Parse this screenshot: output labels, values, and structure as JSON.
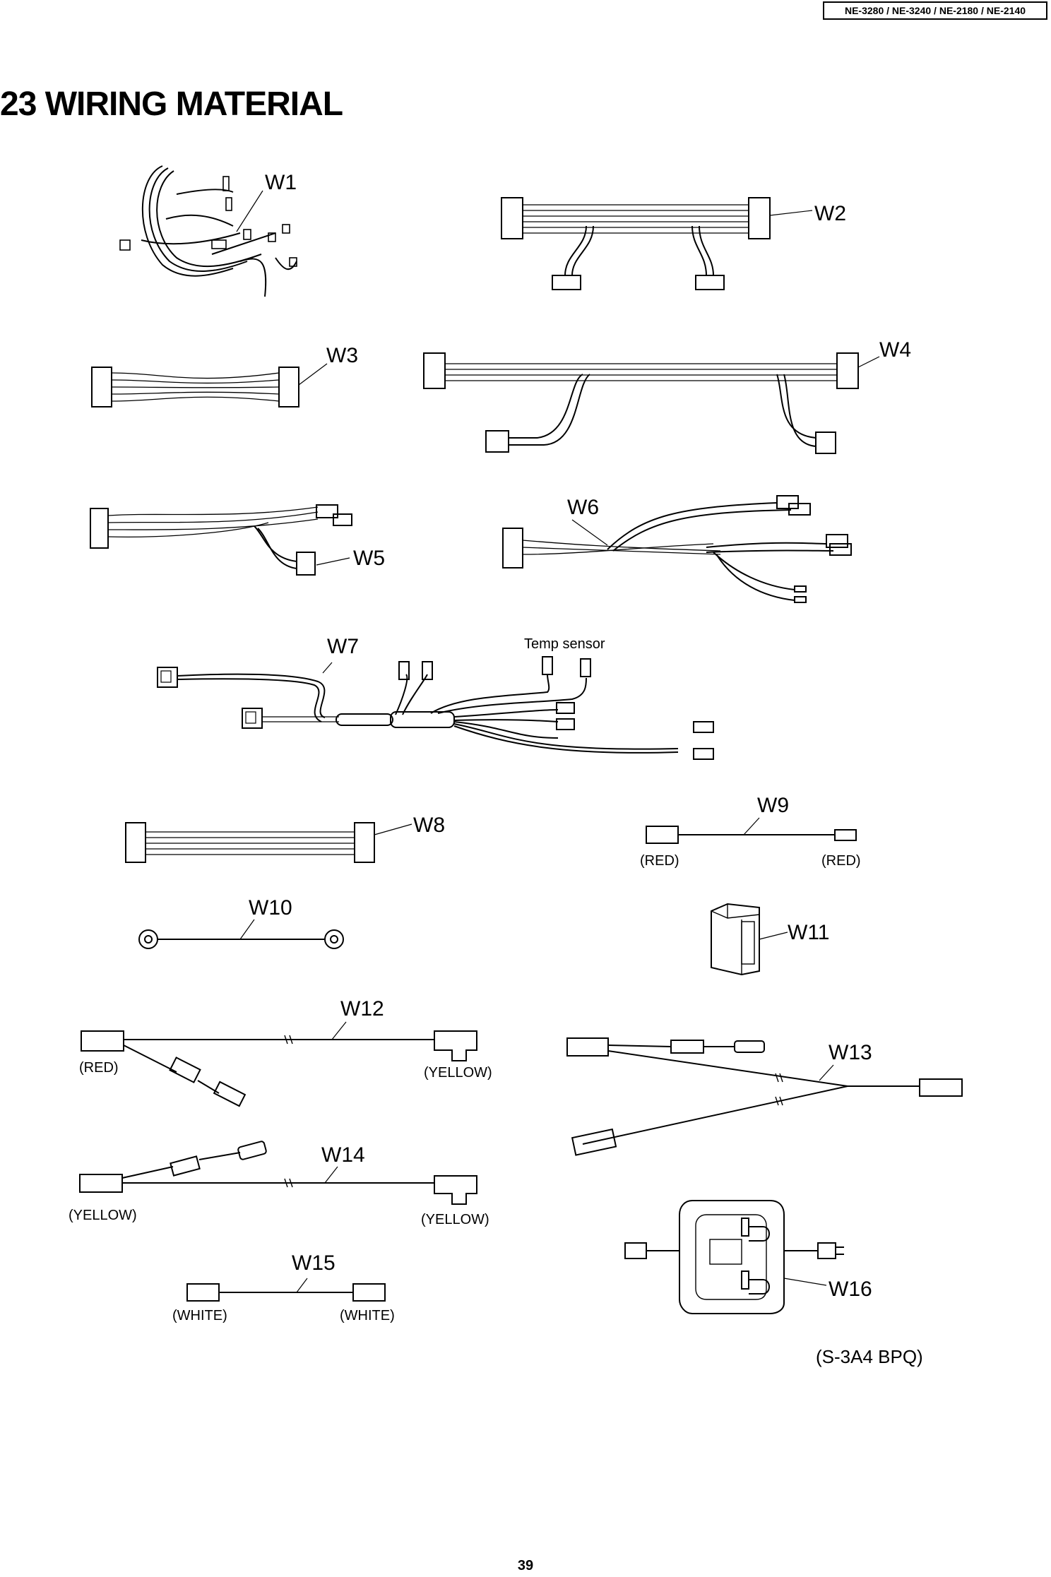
{
  "header": {
    "models": "NE-3280 / NE-3240 / NE-2180 / NE-2140"
  },
  "section_title": "23 WIRING MATERIAL",
  "parts": {
    "w1": "W1",
    "w2": "W2",
    "w3": "W3",
    "w4": "W4",
    "w5": "W5",
    "w6": "W6",
    "w7": "W7",
    "w8": "W8",
    "w9": "W9",
    "w10": "W10",
    "w11": "W11",
    "w12": "W12",
    "w13": "W13",
    "w14": "W14",
    "w15": "W15",
    "w16": "W16"
  },
  "labels": {
    "temp_sensor": "Temp sensor",
    "w9_left": "(RED)",
    "w9_right": "(RED)",
    "w12_left": "(RED)",
    "w12_right": "(YELLOW)",
    "w14_left": "(YELLOW)",
    "w14_right": "(YELLOW)",
    "w15_left": "(WHITE)",
    "w15_right": "(WHITE)"
  },
  "document_code": "(S-3A4 BPQ)",
  "page_number": "39"
}
